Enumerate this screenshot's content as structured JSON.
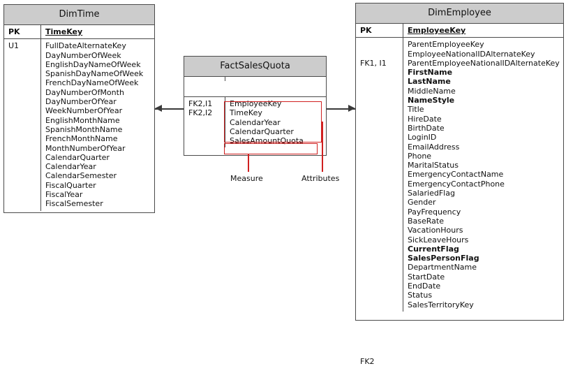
{
  "diagram": {
    "type": "entity-relationship-diagram",
    "accent_color": "#d02020",
    "header_fill": "#cccccc",
    "border_color": "#4a4a4a",
    "connector_color": "#3a3a3a"
  },
  "entities": [
    {
      "id": "dim-time",
      "title": "DimTime",
      "pk_section": {
        "key_label": "PK",
        "fields": [
          {
            "name": "TimeKey",
            "style": "pk"
          }
        ]
      },
      "attr_section": {
        "key_label": "U1",
        "fields": [
          {
            "name": "FullDateAlternateKey",
            "style": "normal"
          },
          {
            "name": "DayNumberOfWeek",
            "style": "normal"
          },
          {
            "name": "EnglishDayNameOfWeek",
            "style": "normal"
          },
          {
            "name": "SpanishDayNameOfWeek",
            "style": "normal"
          },
          {
            "name": "FrenchDayNameOfWeek",
            "style": "normal"
          },
          {
            "name": "DayNumberOfMonth",
            "style": "normal"
          },
          {
            "name": "DayNumberOfYear",
            "style": "normal"
          },
          {
            "name": "WeekNumberOfYear",
            "style": "normal"
          },
          {
            "name": "EnglishMonthName",
            "style": "normal"
          },
          {
            "name": "SpanishMonthName",
            "style": "normal"
          },
          {
            "name": "FrenchMonthName",
            "style": "normal"
          },
          {
            "name": "MonthNumberOfYear",
            "style": "normal"
          },
          {
            "name": "CalendarQuarter",
            "style": "normal"
          },
          {
            "name": "CalendarYear",
            "style": "normal"
          },
          {
            "name": "CalendarSemester",
            "style": "normal"
          },
          {
            "name": "FiscalQuarter",
            "style": "normal"
          },
          {
            "name": "FiscalYear",
            "style": "normal"
          },
          {
            "name": "FiscalSemester",
            "style": "normal"
          }
        ]
      }
    },
    {
      "id": "fact-sales-quota",
      "title": "FactSalesQuota",
      "pk_section": {
        "key_label": "",
        "fields": []
      },
      "attr_section": {
        "key_label": "FK2,I1\nFK2,I2",
        "fields": [
          {
            "name": "EmployeeKey",
            "style": "normal"
          },
          {
            "name": "TimeKey",
            "style": "normal"
          },
          {
            "name": "CalendarYear",
            "style": "normal"
          },
          {
            "name": "CalendarQuarter",
            "style": "normal"
          },
          {
            "name": "SalesAmountQuota",
            "style": "normal"
          }
        ]
      }
    },
    {
      "id": "dim-employee",
      "title": "DimEmployee",
      "pk_section": {
        "key_label": "PK",
        "fields": [
          {
            "name": "EmployeeKey",
            "style": "pk"
          }
        ]
      },
      "attr_section": {
        "key_label": "FK1, I1",
        "key_label_bottom": "FK2",
        "fields": [
          {
            "name": "ParentEmployeeKey",
            "style": "normal"
          },
          {
            "name": "EmployeeNationalIDAlternateKey",
            "style": "normal"
          },
          {
            "name": "ParentEmployeeNationalIDAlternateKey",
            "style": "normal"
          },
          {
            "name": "FirstName",
            "style": "bold"
          },
          {
            "name": "LastName",
            "style": "bold"
          },
          {
            "name": "MiddleName",
            "style": "normal"
          },
          {
            "name": "NameStyle",
            "style": "bold"
          },
          {
            "name": "Title",
            "style": "normal"
          },
          {
            "name": "HireDate",
            "style": "normal"
          },
          {
            "name": "BirthDate",
            "style": "normal"
          },
          {
            "name": "LoginID",
            "style": "normal"
          },
          {
            "name": "EmailAddress",
            "style": "normal"
          },
          {
            "name": "Phone",
            "style": "normal"
          },
          {
            "name": "MaritalStatus",
            "style": "normal"
          },
          {
            "name": "EmergencyContactName",
            "style": "normal"
          },
          {
            "name": "EmergencyContactPhone",
            "style": "normal"
          },
          {
            "name": "SalariedFlag",
            "style": "normal"
          },
          {
            "name": "Gender",
            "style": "normal"
          },
          {
            "name": "PayFrequency",
            "style": "normal"
          },
          {
            "name": "BaseRate",
            "style": "normal"
          },
          {
            "name": "VacationHours",
            "style": "normal"
          },
          {
            "name": "SickLeaveHours",
            "style": "normal"
          },
          {
            "name": "CurrentFlag",
            "style": "bold"
          },
          {
            "name": "SalesPersonFlag",
            "style": "bold"
          },
          {
            "name": "DepartmentName",
            "style": "normal"
          },
          {
            "name": "StartDate",
            "style": "normal"
          },
          {
            "name": "EndDate",
            "style": "normal"
          },
          {
            "name": "Status",
            "style": "normal"
          },
          {
            "name": "SalesTerritoryKey",
            "style": "normal"
          }
        ]
      }
    }
  ],
  "annotations": [
    {
      "id": "measure",
      "label": "Measure",
      "targets": [
        "SalesAmountQuota"
      ]
    },
    {
      "id": "attributes",
      "label": "Attributes",
      "targets": [
        "EmployeeKey",
        "TimeKey",
        "CalendarYear",
        "CalendarQuarter"
      ]
    }
  ],
  "relationships": [
    {
      "from": "fact-sales-quota",
      "to": "dim-time",
      "direction": "left"
    },
    {
      "from": "fact-sales-quota",
      "to": "dim-employee",
      "direction": "right"
    }
  ]
}
